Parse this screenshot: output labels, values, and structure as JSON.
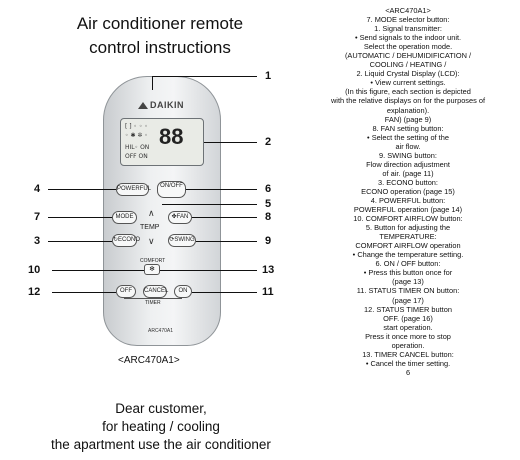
{
  "title": [
    "Air conditioner remote",
    "control instructions"
  ],
  "remote": {
    "brand": "DAIKIN",
    "lcd_lines": [
      "[ ] ◦ ◦ ◦",
      "◦ ✱ ✲ ◦",
      "HIL◦ ON",
      "OFF ON"
    ],
    "lcd_big": "88",
    "buttons": {
      "powerful": "POWERFUL",
      "onoff": "ON/OFF",
      "mode": "MODE",
      "fan": "FAN",
      "econo": "ECONO",
      "swing": "SWING",
      "temp": "TEMP",
      "comfort": "COMFORT",
      "cancel": "CANCEL",
      "off": "OFF",
      "on": "ON",
      "timer": "TIMER"
    },
    "model": "ARC470A1"
  },
  "callouts": [
    "1",
    "2",
    "4",
    "6",
    "5",
    "7",
    "8",
    "3",
    "9",
    "10",
    "13",
    "12",
    "11"
  ],
  "caption": "<ARC470A1>",
  "dear": [
    "Dear customer,",
    "for heating / cooling",
    "the apartment use the air conditioner"
  ],
  "notes": [
    "<ARC470A1>",
    "7. MODE selector button:",
    "1. Signal transmitter:",
    "• Send signals to the indoor unit.",
    "Select the operation mode.",
    "(AUTOMATIC / DEHUMIDIFICATION /",
    "COOLING / HEATING /",
    "2. Liquid Crystal Display (LCD):",
    "• View current settings.",
    "(In this figure, each section is depicted",
    "with the relative displays on for the purposes of",
    "explanation).",
    "FAN) (page 9)",
    "8. FAN setting button:",
    "• Select the setting of the",
    "air flow.",
    "9. SWING button:",
    "Flow direction adjustment",
    "of air. (page 11)",
    "3. ECONO button:",
    "ECONO operation (page 15)",
    "4. POWERFUL button:",
    "POWERFUL operation (page 14)",
    "10. COMFORT AIRFLOW button:",
    "5. Button for adjusting the",
    "TEMPERATURE:",
    "COMFORT AIRFLOW operation",
    "• Change the temperature setting.",
    "6. ON / OFF button:",
    "• Press this button once for",
    "(page 13)",
    "11. STATUS TIMER ON button:",
    "(page 17)",
    "12. STATUS TIMER button",
    "OFF. (page 16)",
    "start operation.",
    "Press it once more to stop",
    "operation.",
    "13. TIMER CANCEL button:",
    "• Cancel the timer setting.",
    "6"
  ]
}
